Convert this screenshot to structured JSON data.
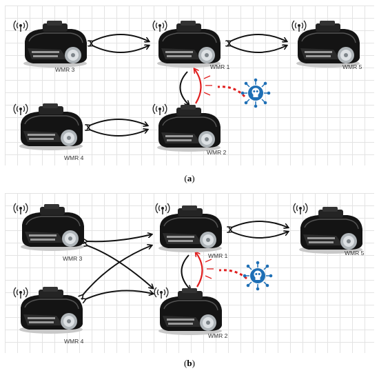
{
  "panels": [
    {
      "caption": "(a)",
      "robots": [
        {
          "id": "WMR 3"
        },
        {
          "id": "WMR 1"
        },
        {
          "id": "WMR 5"
        },
        {
          "id": "WMR 4"
        },
        {
          "id": "WMR 2"
        }
      ]
    },
    {
      "caption": "(b)",
      "robots": [
        {
          "id": "WMR 3"
        },
        {
          "id": "WMR 1"
        },
        {
          "id": "WMR 5"
        },
        {
          "id": "WMR 4"
        },
        {
          "id": "WMR 2"
        }
      ]
    }
  ],
  "colors": {
    "link": "#111111",
    "attack_link": "#e02020",
    "attacker": "#1e6fb5",
    "grid": "#e3e3e3"
  },
  "icons": [
    "robot-icon",
    "antenna-icon",
    "attacker-skull-icon"
  ]
}
